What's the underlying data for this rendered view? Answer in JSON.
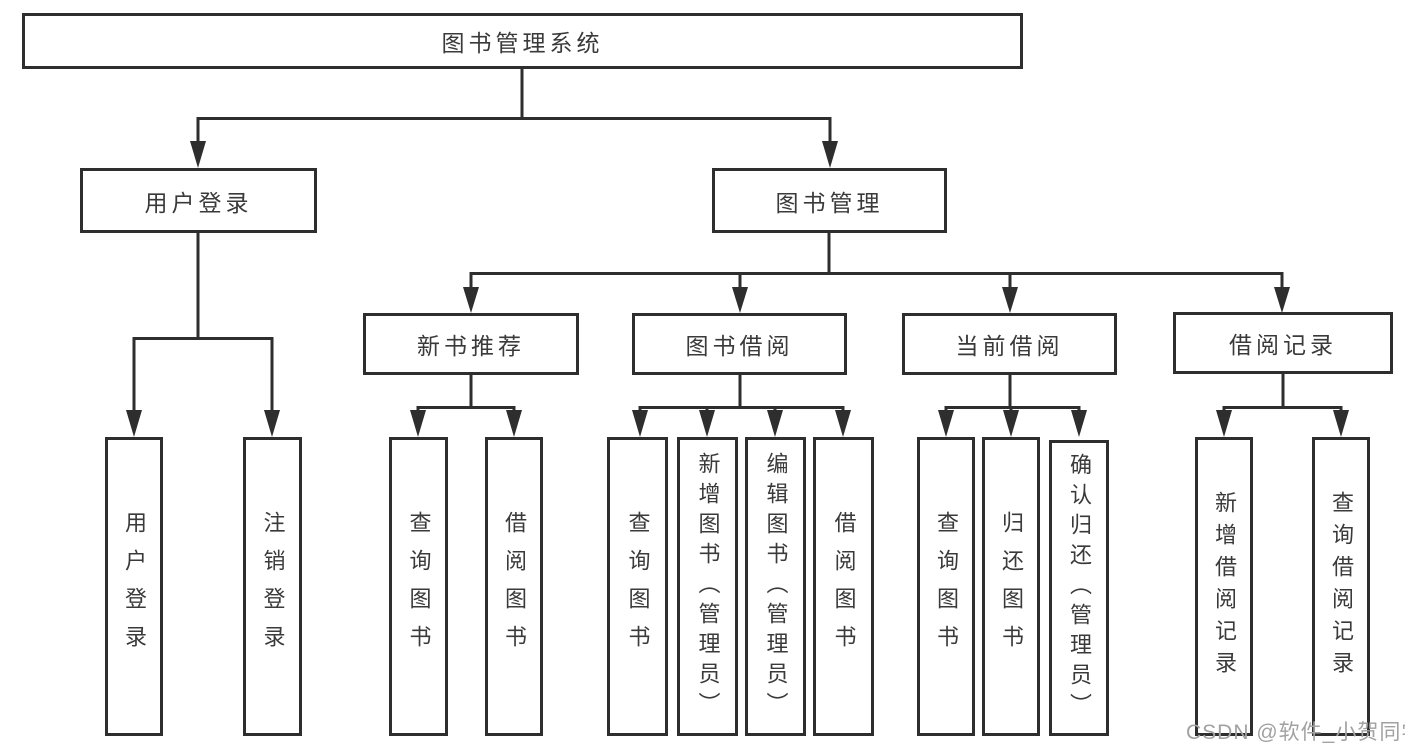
{
  "diagram": {
    "root": {
      "label": "图书管理系统"
    },
    "branches": [
      {
        "label": "用户登录",
        "children": [
          {
            "label": "用户登录"
          },
          {
            "label": "注销登录"
          }
        ]
      },
      {
        "label": "图书管理",
        "children": [
          {
            "label": "新书推荐",
            "children": [
              {
                "label": "查询图书"
              },
              {
                "label": "借阅图书"
              }
            ]
          },
          {
            "label": "图书借阅",
            "children": [
              {
                "label": "查询图书"
              },
              {
                "label": "新增图书（管理员）"
              },
              {
                "label": "编辑图书（管理员）"
              },
              {
                "label": "借阅图书"
              }
            ]
          },
          {
            "label": "当前借阅",
            "children": [
              {
                "label": "查询图书"
              },
              {
                "label": "归还图书"
              },
              {
                "label": "确认归还（管理员）"
              }
            ]
          },
          {
            "label": "借阅记录",
            "children": [
              {
                "label": "新增借阅记录"
              },
              {
                "label": "查询借阅记录"
              }
            ]
          }
        ]
      }
    ]
  },
  "watermark": {
    "text": "CSDN @软件_小贺同学"
  },
  "colors": {
    "line": "#2e2e2e",
    "text": "#3a3a3a",
    "watermark": "#a2a2a2",
    "background": "#ffffff"
  }
}
